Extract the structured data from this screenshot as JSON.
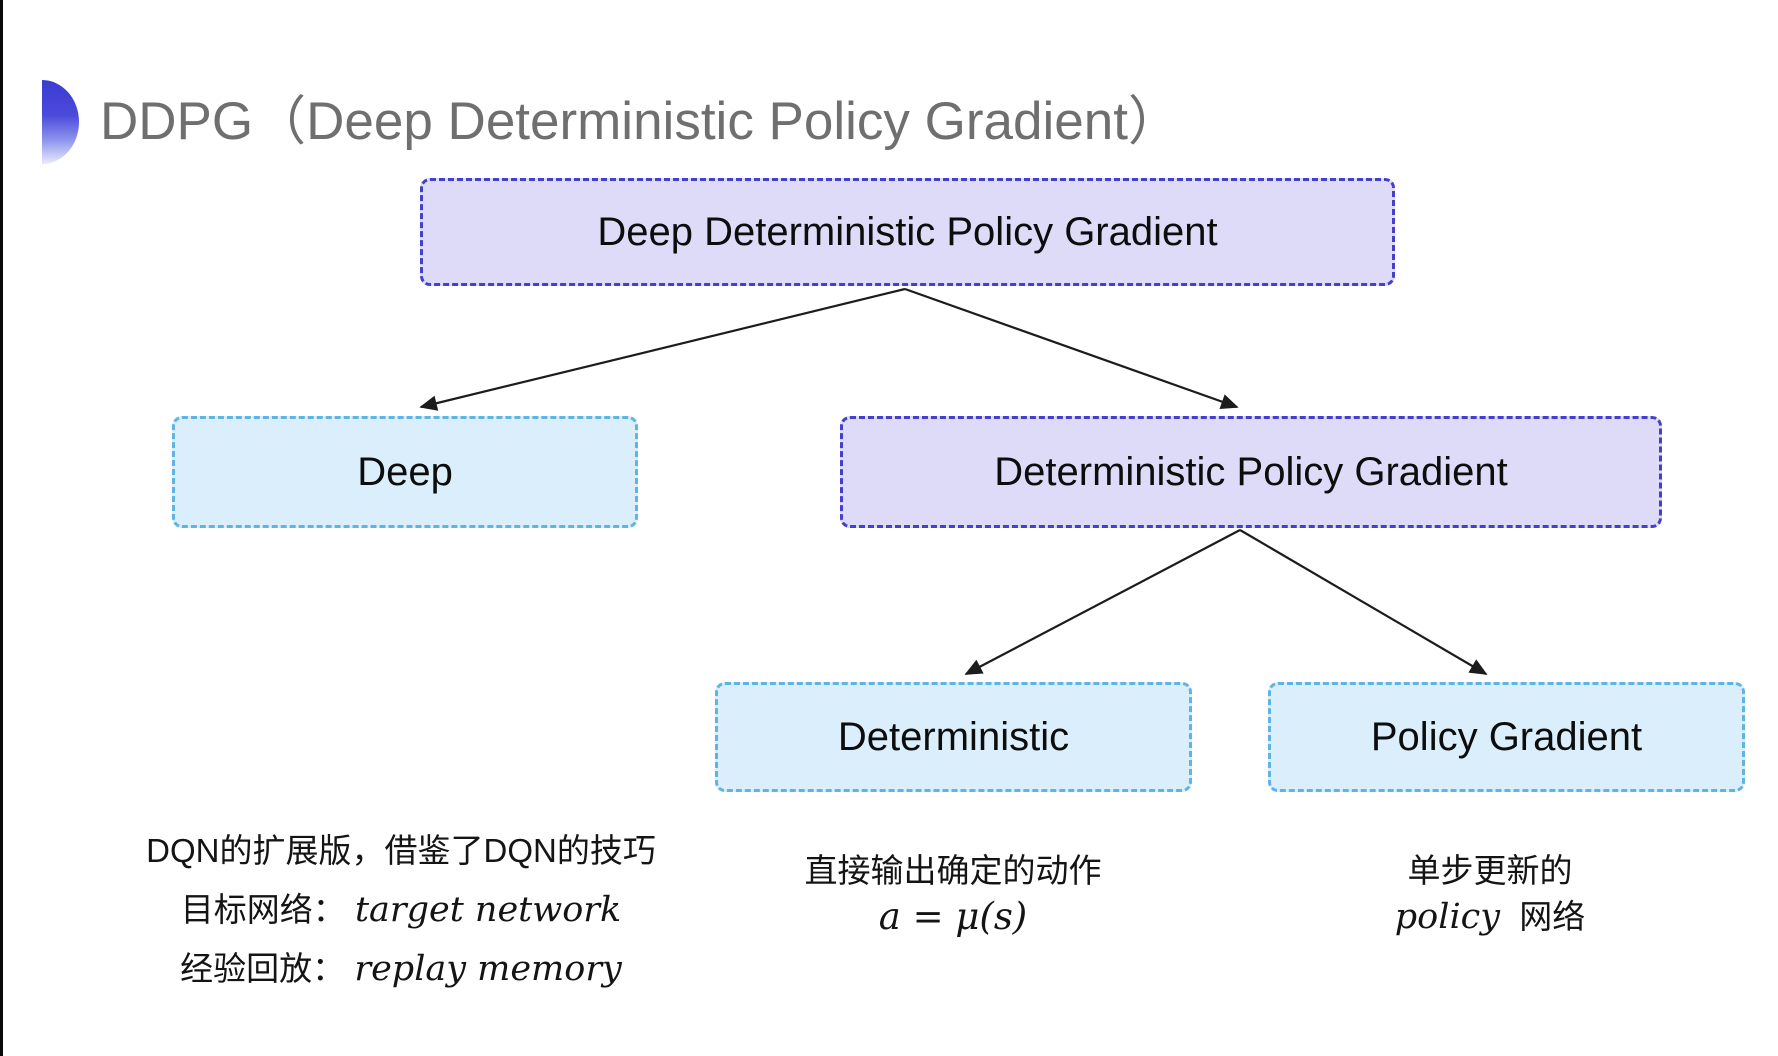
{
  "title": {
    "text": "DDPG（Deep Deterministic Policy Gradient）"
  },
  "diagram": {
    "nodes": {
      "root": {
        "label": "Deep Deterministic Policy Gradient",
        "style": "purple"
      },
      "deep": {
        "label": "Deep",
        "style": "cyan"
      },
      "dpg": {
        "label": "Deterministic Policy Gradient",
        "style": "purple"
      },
      "deterministic": {
        "label": "Deterministic",
        "style": "cyan"
      },
      "policy_gradient": {
        "label": "Policy Gradient",
        "style": "cyan"
      }
    },
    "edges": [
      {
        "from": "root",
        "to": "deep"
      },
      {
        "from": "root",
        "to": "dpg"
      },
      {
        "from": "dpg",
        "to": "deterministic"
      },
      {
        "from": "dpg",
        "to": "policy_gradient"
      }
    ]
  },
  "annotations": {
    "deep": {
      "line1": "DQN的扩展版，借鉴了DQN的技巧",
      "line2_label": "目标网络：",
      "line2_term": "target network",
      "line3_label": "经验回放：",
      "line3_term": "replay memory"
    },
    "deterministic": {
      "line1": "直接输出确定的动作",
      "formula": "a = μ(s)"
    },
    "policy_gradient": {
      "line1": "单步更新的",
      "line2_term": "policy",
      "line2_label": "网络"
    }
  },
  "colors": {
    "purple_fill": "#dedbf8",
    "purple_border": "#4540c9",
    "cyan_fill": "#daeffb",
    "cyan_border": "#5fb4e4",
    "title_gray": "#6f6f6f",
    "arrow_black": "#1c1c1c",
    "accent_bullet": "#3c3bd1"
  }
}
